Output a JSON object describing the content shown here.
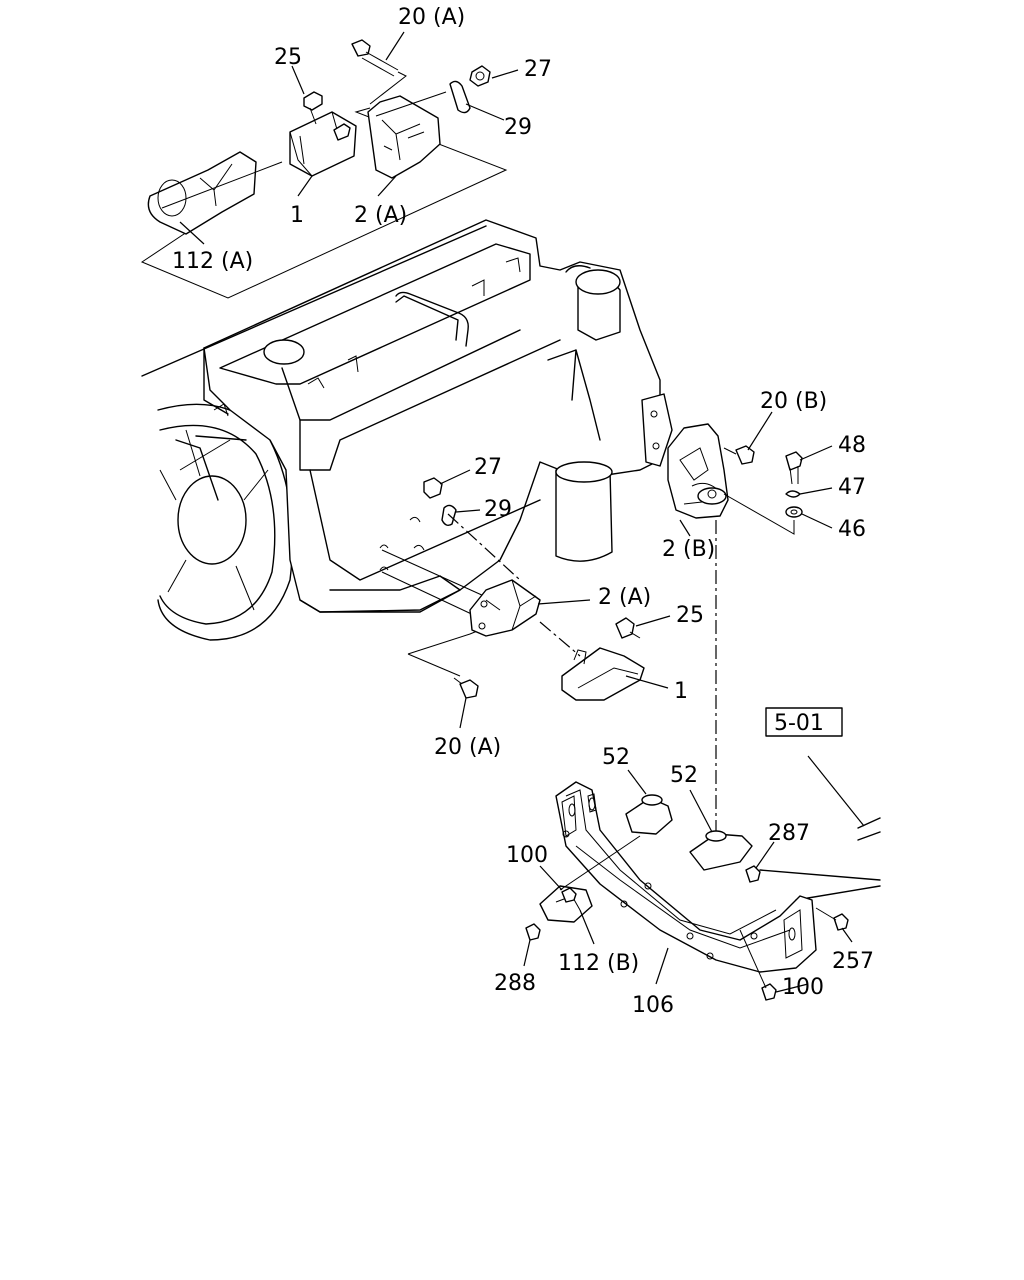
{
  "labels": {
    "top_20a": "20 (A)",
    "top_25": "25",
    "top_27": "27",
    "top_29": "29",
    "top_1": "1",
    "top_2a": "2 (A)",
    "top_112a": "112 (A)",
    "r_20b": "20 (B)",
    "r_48": "48",
    "r_47": "47",
    "r_46": "46",
    "r_2b": "2 (B)",
    "m_27": "27",
    "m_29": "29",
    "m_2a": "2 (A)",
    "m_25": "25",
    "m_1": "1",
    "m_20a": "20 (A)",
    "ref_501": "5-01",
    "b_52a": "52",
    "b_52b": "52",
    "b_287": "287",
    "b_100a": "100",
    "b_112b": "112 (B)",
    "b_288": "288",
    "b_106": "106",
    "b_100b": "100",
    "b_257": "257"
  }
}
